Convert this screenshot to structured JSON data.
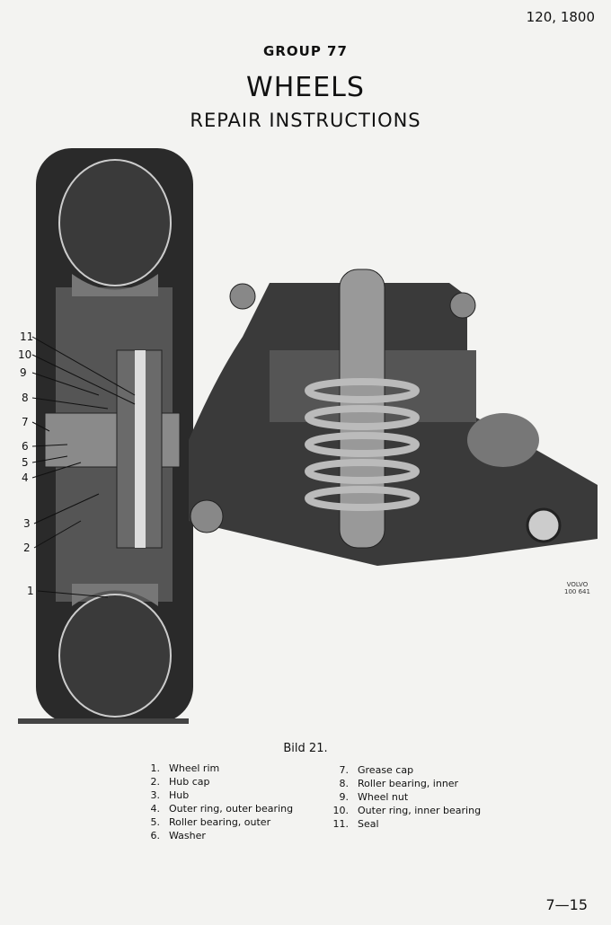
{
  "header": {
    "model": "120, 1800",
    "group": "GROUP 77",
    "title": "WHEELS",
    "subtitle": "REPAIR INSTRUCTIONS"
  },
  "figure": {
    "callouts": [
      "1",
      "2",
      "3",
      "4",
      "5",
      "6",
      "7",
      "8",
      "9",
      "10",
      "11"
    ],
    "stamp": {
      "line1": "VOLVO",
      "line2": "100 641"
    },
    "caption": "Bild 21."
  },
  "legend": [
    {
      "num": "1.",
      "label": "Wheel rim"
    },
    {
      "num": "2.",
      "label": "Hub cap"
    },
    {
      "num": "3.",
      "label": "Hub"
    },
    {
      "num": "4.",
      "label": "Outer ring, outer bearing"
    },
    {
      "num": "5.",
      "label": "Roller bearing, outer"
    },
    {
      "num": "6.",
      "label": "Washer"
    },
    {
      "num": "7.",
      "label": "Grease cap"
    },
    {
      "num": "8.",
      "label": "Roller bearing, inner"
    },
    {
      "num": "9.",
      "label": "Wheel nut"
    },
    {
      "num": "10.",
      "label": "Outer ring, inner bearing"
    },
    {
      "num": "11.",
      "label": "Seal"
    }
  ],
  "footer": {
    "page": "7—15"
  }
}
